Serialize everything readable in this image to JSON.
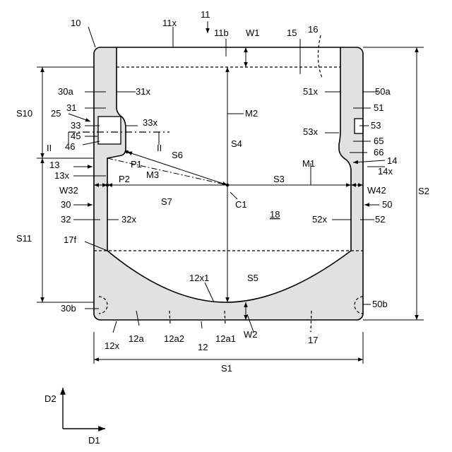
{
  "figure": {
    "labels": {
      "l10": "10",
      "l11": "11",
      "l11x": "11x",
      "l11b": "11b",
      "lW1": "W1",
      "l15": "15",
      "l16": "16",
      "l30a": "30a",
      "l31x": "31x",
      "l31": "31",
      "l25": "25",
      "l33": "33",
      "l33x": "33x",
      "l45": "45",
      "l46": "46",
      "lII_left": "II",
      "lII_right": "II",
      "lS10": "S10",
      "lM2": "M2",
      "lS4": "S4",
      "lS6": "S6",
      "lP1": "P1",
      "lM3": "M3",
      "l51x": "51x",
      "l50a": "50a",
      "l51": "51",
      "l53x": "53x",
      "l53": "53",
      "l65": "65",
      "l66": "66",
      "l14": "14",
      "l14x": "14x",
      "lM1": "M1",
      "lS3": "S3",
      "l13": "13",
      "l13x": "13x",
      "lW32": "W32",
      "lP2": "P2",
      "lS7": "S7",
      "lC1": "C1",
      "lW42": "W42",
      "l30": "30",
      "l50": "50",
      "l32": "32",
      "l32x": "32x",
      "l18": "18",
      "l52x": "52x",
      "l52": "52",
      "lS11": "S11",
      "l17f": "17f",
      "lS2": "S2",
      "l12x1": "12x1",
      "lS5": "S5",
      "l30b": "30b",
      "l50b": "50b",
      "l12x": "12x",
      "l12a": "12a",
      "l12a2": "12a2",
      "l12": "12",
      "l12a1": "12a1",
      "lW2": "W2",
      "l17": "17",
      "lS1": "S1",
      "lD2": "D2",
      "lD1": "D1"
    },
    "colors": {
      "line": "#000000",
      "shade": "#e1e1e1",
      "background": "#ffffff"
    }
  }
}
